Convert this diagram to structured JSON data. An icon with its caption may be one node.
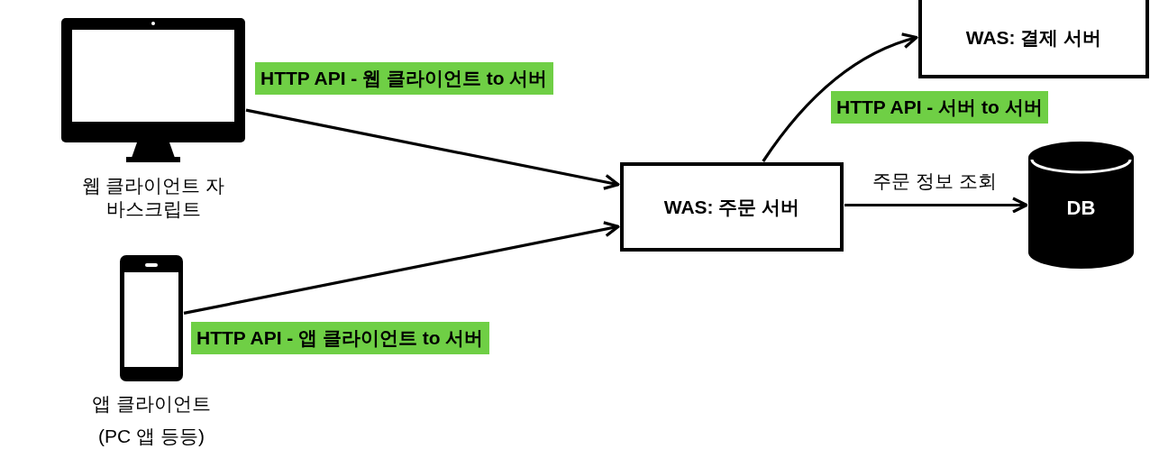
{
  "diagram": {
    "nodes": [
      {
        "text": [
          "웹 클라이언트 자바스크립트"
        ]
      },
      {
        "text": [
          "앱 클라이언트",
          "(PC 앱 등등)"
        ]
      },
      {
        "text": [
          "WAS: 주문 서버"
        ]
      },
      {
        "text": [
          "WAS: 결제 서버"
        ]
      },
      {
        "text": [
          "DB"
        ]
      }
    ],
    "edges": [
      {
        "from": 0,
        "to": 2,
        "arrow": "to",
        "label": "HTTP API - 웹 클라이언트 to 서버"
      },
      {
        "from": 1,
        "to": 2,
        "arrow": "to",
        "label": "HTTP API - 앱 클라이언트 to 서버"
      },
      {
        "from": 2,
        "to": 3,
        "arrow": "to",
        "label": "HTTP API - 서버 to 서버"
      },
      {
        "from": 2,
        "to": 4,
        "arrow": "to",
        "label": "주문 정보 조회"
      }
    ]
  }
}
